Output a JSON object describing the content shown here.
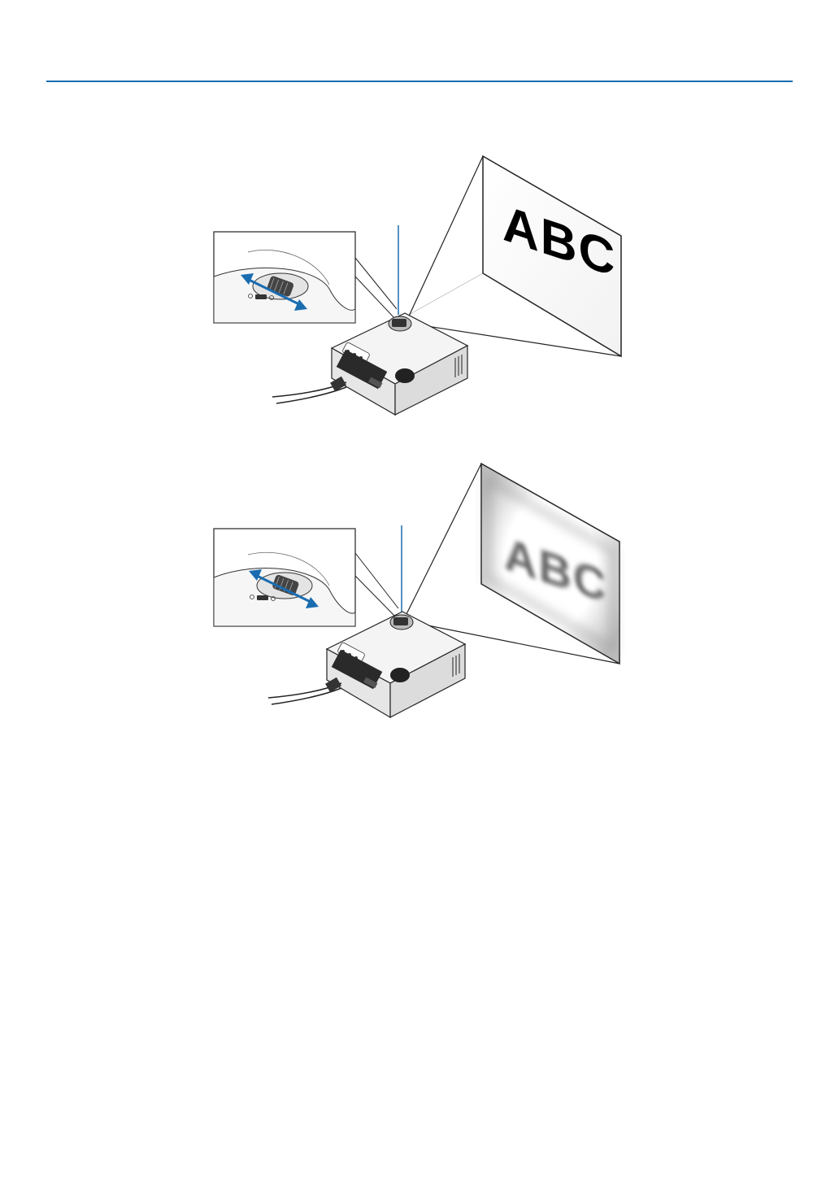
{
  "page": {
    "accent_color": "#1a6cb0"
  },
  "figures": [
    {
      "state": "in-focus",
      "screen_text": "ABC"
    },
    {
      "state": "out-of-focus",
      "screen_text": "ABC"
    }
  ],
  "icons": [
    "projector-illustration",
    "focus-lever-icon",
    "double-arrow-icon",
    "callout-line-icon"
  ]
}
